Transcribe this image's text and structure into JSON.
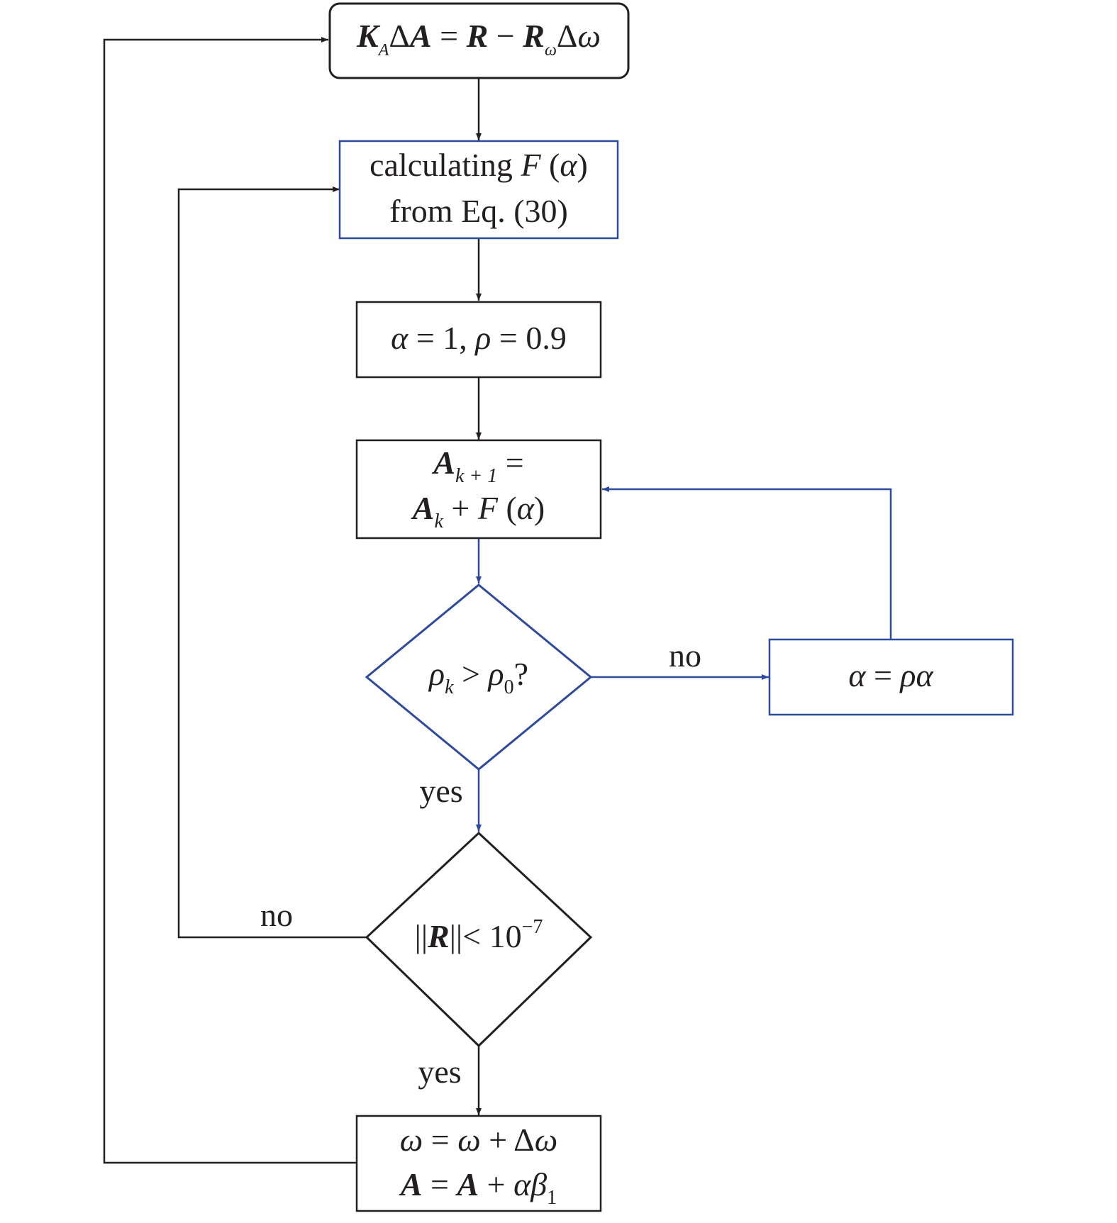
{
  "colors": {
    "black": "#231f20",
    "blue": "#2e4a9c"
  },
  "nodes": {
    "equation": {
      "K": "K",
      "K_sub": "A",
      "delta1": "Δ",
      "A": "A",
      "eq": " = ",
      "R": "R",
      "minus": " − ",
      "R2": "R",
      "R2_sub": "ω",
      "delta2": "Δ",
      "omega": "ω"
    },
    "calc": {
      "line1_text": "calculating ",
      "line1_F": "F",
      "line1_paren_open": " (",
      "line1_alpha": "α",
      "line1_paren_close": ")",
      "line2": "from Eq. (30)"
    },
    "init": {
      "alpha": "α",
      "eq1": " = 1, ",
      "rho": "ρ",
      "eq2": " = 0.9"
    },
    "update_A": {
      "l1_A": "A",
      "l1_sub": "k + 1",
      "l1_eq": " =",
      "l2_A": "A",
      "l2_sub": "k",
      "l2_plus": " + ",
      "l2_F": "F",
      "l2_open": " (",
      "l2_alpha": "α",
      "l2_close": ")"
    },
    "decision_rho": {
      "rho": "ρ",
      "sub_k": "k",
      "gt": " > ",
      "rho0": "ρ",
      "sub_0": "0",
      "q": "?"
    },
    "alpha_update": {
      "alpha": "α",
      "eq": " = ",
      "rho": "ρ",
      "alpha2": "α"
    },
    "decision_R": {
      "bars_open": "||",
      "R": "R",
      "bars_close": "||",
      "lt": "< 10",
      "exp": "−7"
    },
    "final": {
      "l1_omega": "ω",
      "l1_eq": " = ",
      "l1_omega2": "ω",
      "l1_plus": " + Δ",
      "l1_omega3": "ω",
      "l2_A": "A",
      "l2_eq": " = ",
      "l2_A2": "A",
      "l2_plus": " + ",
      "l2_alpha": "α",
      "l2_beta": "β",
      "l2_sub": "1"
    }
  },
  "edge_labels": {
    "no_right": "no",
    "yes_1": "yes",
    "no_left": "no",
    "yes_2": "yes"
  }
}
